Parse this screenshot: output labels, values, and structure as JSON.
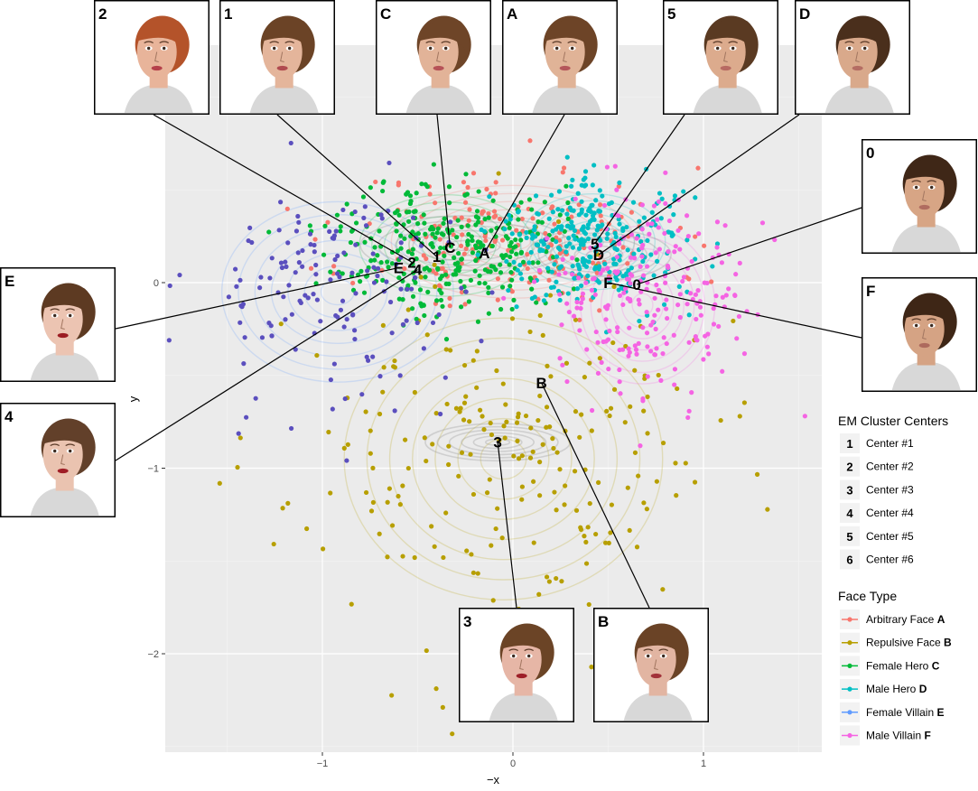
{
  "chart_data": {
    "type": "scatter",
    "xlabel": "−x",
    "ylabel": "y",
    "xlim": [
      -1.82,
      1.6
    ],
    "ylim": [
      -2.55,
      1.28
    ],
    "x_ticks": [
      -1,
      0,
      1
    ],
    "x_tick_labels": [
      "−1",
      "0",
      "1"
    ],
    "y_ticks": [
      0,
      -1,
      -2
    ],
    "y_tick_labels": [
      "0",
      "−1",
      "−2"
    ],
    "grid": true,
    "contours": true,
    "series": [
      {
        "name": "Arbitrary Face",
        "key": "A",
        "color": "#F8766D",
        "center": [
          0.0,
          0.22
        ],
        "spread": [
          0.42,
          0.2
        ],
        "count": 180,
        "seed": 11
      },
      {
        "name": "Repulsive Face",
        "key": "B",
        "color": "#B79F00",
        "center": [
          -0.05,
          -0.95
        ],
        "spread": [
          0.55,
          0.5
        ],
        "count": 230,
        "seed": 23
      },
      {
        "name": "Female Hero",
        "key": "C",
        "color": "#00BA38",
        "center": [
          -0.35,
          0.2
        ],
        "spread": [
          0.3,
          0.18
        ],
        "count": 300,
        "seed": 37
      },
      {
        "name": "Male Hero",
        "key": "D",
        "color": "#00BFC4",
        "center": [
          0.42,
          0.22
        ],
        "spread": [
          0.25,
          0.17
        ],
        "count": 280,
        "seed": 41
      },
      {
        "name": "Female Villain",
        "key": "E",
        "color": "#619CFF",
        "dot_color": "#5B4FBE",
        "center": [
          -0.92,
          -0.05
        ],
        "spread": [
          0.4,
          0.32
        ],
        "count": 150,
        "seed": 53
      },
      {
        "name": "Male Villain",
        "key": "F",
        "color": "#F564E3",
        "center": [
          0.68,
          -0.12
        ],
        "spread": [
          0.25,
          0.28
        ],
        "count": 230,
        "seed": 67
      }
    ],
    "face_centers": [
      {
        "label": "A",
        "x": -0.15,
        "y": 0.16
      },
      {
        "label": "B",
        "x": 0.15,
        "y": -0.54
      },
      {
        "label": "C",
        "x": -0.33,
        "y": 0.19
      },
      {
        "label": "D",
        "x": 0.45,
        "y": 0.15
      },
      {
        "label": "E",
        "x": -0.6,
        "y": 0.08
      },
      {
        "label": "F",
        "x": 0.5,
        "y": 0.0
      }
    ],
    "em_centers": [
      {
        "label": "0",
        "x": 0.65,
        "y": -0.01
      },
      {
        "label": "1",
        "x": -0.4,
        "y": 0.14
      },
      {
        "label": "2",
        "x": -0.53,
        "y": 0.11
      },
      {
        "label": "3",
        "x": -0.08,
        "y": -0.86
      },
      {
        "label": "4",
        "x": -0.5,
        "y": 0.07
      },
      {
        "label": "5",
        "x": 0.43,
        "y": 0.21
      }
    ]
  },
  "thumbnails": [
    {
      "label": "2",
      "skin": "#e8b49a",
      "hair": "#b4532a",
      "lip": "#b5404a"
    },
    {
      "label": "1",
      "skin": "#e4b59b",
      "hair": "#6b4326",
      "lip": "#b04a4f"
    },
    {
      "label": "C",
      "skin": "#e2b398",
      "hair": "#6e4528",
      "lip": "#b65257"
    },
    {
      "label": "A",
      "skin": "#e0b397",
      "hair": "#6d4427",
      "lip": "#b4565a"
    },
    {
      "label": "5",
      "skin": "#dcab8d",
      "hair": "#5a3a22",
      "lip": "#b76a62"
    },
    {
      "label": "D",
      "skin": "#d9a98b",
      "hair": "#4a2f1c",
      "lip": "#b46d63"
    },
    {
      "label": "0",
      "skin": "#d7a585",
      "hair": "#3f2717",
      "lip": "#b06c60"
    },
    {
      "label": "F",
      "skin": "#d5a384",
      "hair": "#3e2616",
      "lip": "#ad6a5d"
    },
    {
      "label": "E",
      "skin": "#ecc4b2",
      "hair": "#5d3a22",
      "lip": "#9c1c22"
    },
    {
      "label": "4",
      "skin": "#eac3b0",
      "hair": "#62402a",
      "lip": "#9f1e26"
    },
    {
      "label": "3",
      "skin": "#e6b6a6",
      "hair": "#6b4426",
      "lip": "#9d1f28"
    },
    {
      "label": "B",
      "skin": "#e2b5a2",
      "hair": "#6a4326",
      "lip": "#a2323a"
    }
  ],
  "legend": {
    "em_title": "EM Cluster Centers",
    "em_items": [
      {
        "key": "1",
        "label": "Center #1"
      },
      {
        "key": "2",
        "label": "Center #2"
      },
      {
        "key": "3",
        "label": "Center #3"
      },
      {
        "key": "4",
        "label": "Center #4"
      },
      {
        "key": "5",
        "label": "Center #5"
      },
      {
        "key": "6",
        "label": "Center #6"
      }
    ],
    "face_title": "Face Type",
    "face_items": [
      {
        "label": "Arbitrary Face",
        "key": "A",
        "color": "#F8766D"
      },
      {
        "label": "Repulsive Face",
        "key": "B",
        "color": "#B79F00"
      },
      {
        "label": "Female Hero",
        "key": "C",
        "color": "#00BA38"
      },
      {
        "label": "Male Hero",
        "key": "D",
        "color": "#00BFC4"
      },
      {
        "label": "Female Villain",
        "key": "E",
        "color": "#619CFF"
      },
      {
        "label": "Male Villain",
        "key": "F",
        "color": "#F564E3"
      }
    ]
  }
}
